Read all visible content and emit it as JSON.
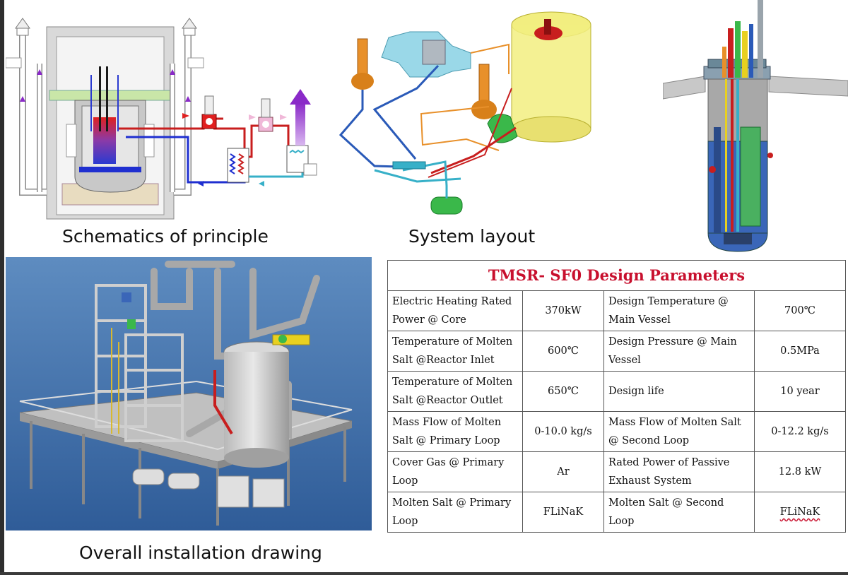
{
  "captions": {
    "schematics": "Schematics of principle",
    "system_layout": "System layout",
    "installation": "Overall installation drawing"
  },
  "table": {
    "title": "TMSR- SF0  Design Parameters",
    "rows": [
      {
        "p1": "Electric Heating Rated Power @ Core",
        "v1": "370kW",
        "p2": "Design Temperature @ Main Vessel",
        "v2": "700℃"
      },
      {
        "p1": "Temperature of Molten Salt @Reactor Inlet",
        "v1": "600℃",
        "p2": "Design Pressure @ Main Vessel",
        "v2": "0.5MPa"
      },
      {
        "p1": "Temperature of Molten Salt @Reactor Outlet",
        "v1": "650℃",
        "p2": "Design life",
        "v2": "10 year"
      },
      {
        "p1": "Mass Flow of Molten Salt @ Primary Loop",
        "v1": "0-10.0 kg/s",
        "p2": "Mass Flow of Molten Salt @ Second Loop",
        "v2": "0-12.2 kg/s"
      },
      {
        "p1": "Cover Gas @ Primary Loop",
        "v1": "Ar",
        "p2": "Rated Power of Passive Exhaust System",
        "v2": "12.8 kW"
      },
      {
        "p1": "Molten Salt @ Primary Loop",
        "v1": "FLiNaK",
        "p2": "Molten Salt @ Second Loop",
        "v2": "FLiNaK"
      }
    ]
  }
}
